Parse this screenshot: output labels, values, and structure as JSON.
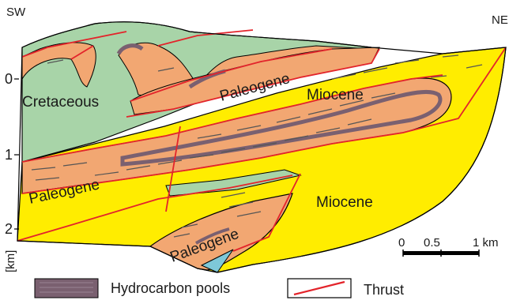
{
  "section": {
    "orientation_left": "SW",
    "orientation_right": "NE",
    "depth_ticks": [
      "0",
      "1",
      "2"
    ],
    "depth_unit": "[km]",
    "formations": {
      "cretaceous": "Cretaceous",
      "paleogene_upper": "Paleogene",
      "miocene_upper": "Miocene",
      "paleogene_left": "Paleogene",
      "miocene_lower": "Miocene",
      "paleogene_lower": "Paleogene"
    },
    "scale_bar": {
      "zero": "0",
      "half": "0.5",
      "full": "1 km"
    }
  },
  "legend": {
    "hydrocarbon_pools": "Hydrocarbon pools",
    "thrust": "Thrust"
  },
  "colors": {
    "cretaceous": "#a8d4a8",
    "paleogene": "#f2a772",
    "miocene": "#ffed00",
    "hydrocarbon": "#7a6070",
    "thrust": "#e3242b",
    "basement_wedge": "#7ec8d8"
  }
}
